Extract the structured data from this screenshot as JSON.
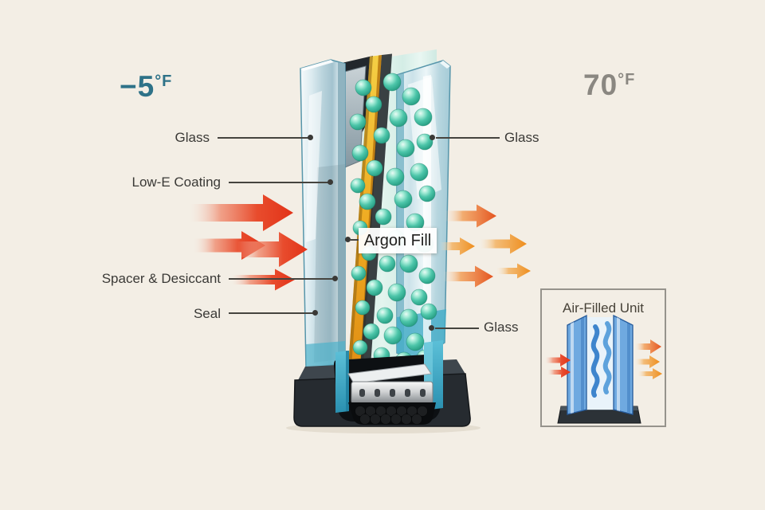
{
  "temperatures": {
    "outside": {
      "value": "−5",
      "unit": "°F"
    },
    "inside": {
      "value": "70",
      "unit": "°F"
    }
  },
  "callouts": {
    "glass_left": "Glass",
    "low_e_coating": "Low-E Coating",
    "spacer_desiccant": "Spacer & Desiccant",
    "seal": "Seal",
    "glass_right_top": "Glass",
    "glass_right_bottom": "Glass",
    "argon_fill": "Argon Fill"
  },
  "inset": {
    "title": "Air-Filled Unit"
  },
  "colors": {
    "background": "#f3eee5",
    "cold_temperature_text": "#2e7288",
    "warm_temperature_text": "#8a8781",
    "label_text": "#3a3936",
    "heat_arrow_red": "#e23318",
    "heat_arrow_orange": "#ee8d1c",
    "argon_bubble_teal": "#3cbfa2",
    "low_e_coating_gold": "#efab22",
    "glass_blue": "#a9cfdb"
  }
}
